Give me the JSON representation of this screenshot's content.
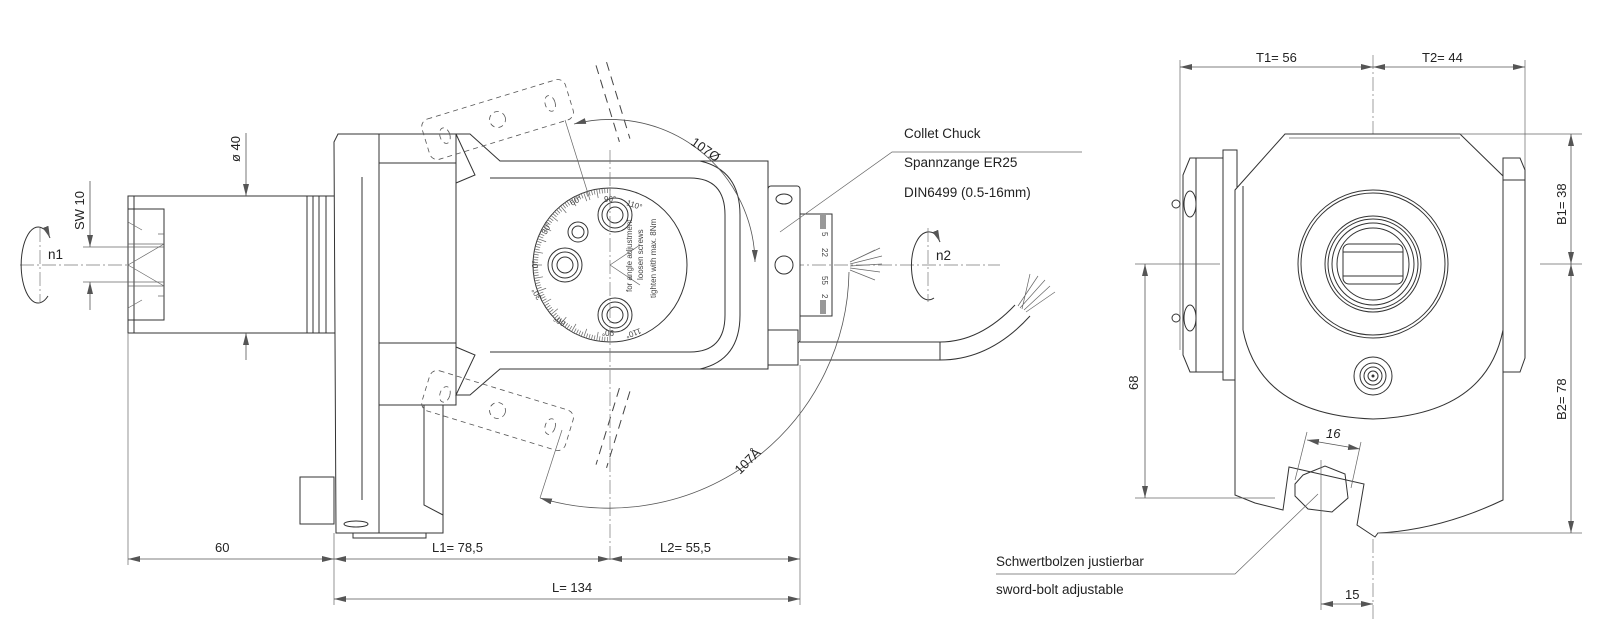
{
  "side_view": {
    "rotation_left": "n1",
    "rotation_right": "n2",
    "dim_diameter": "ø 40",
    "dim_sw": "SW  10",
    "dim_60": "60",
    "dim_l1": "L1=    78,5",
    "dim_l2": "L2=    55,5",
    "dim_l": "L=    134",
    "angle_upper": "107Ø",
    "angle_lower": "107Å",
    "collet_label": [
      "Collet Chuck",
      "Spannzange ER25",
      "DIN6499 (0.5-16mm)"
    ],
    "dial": {
      "labels_upper": [
        "0°",
        "30°",
        "60°",
        "90°",
        "110°"
      ],
      "labels_lower": [
        "30°",
        "60°",
        "90°",
        "110°"
      ],
      "instructions": [
        "for angle adjustment",
        "loosen screws",
        "tighten with max. 8Nm"
      ]
    },
    "plate_marks": [
      "5",
      "22",
      "55",
      "2"
    ]
  },
  "front_view": {
    "dim_t1": "T1=  56",
    "dim_t2": "T2=  44",
    "dim_b1": "B1=  38",
    "dim_b2": "B2=  78",
    "dim_68": "68",
    "dim_16": "16",
    "dim_15": "15",
    "sword_bolt_label": [
      "Schwertbolzen justierbar",
      "sword-bolt adjustable"
    ]
  },
  "colors": {
    "line": "#333333",
    "arrow": "#555555",
    "background": "#ffffff"
  }
}
